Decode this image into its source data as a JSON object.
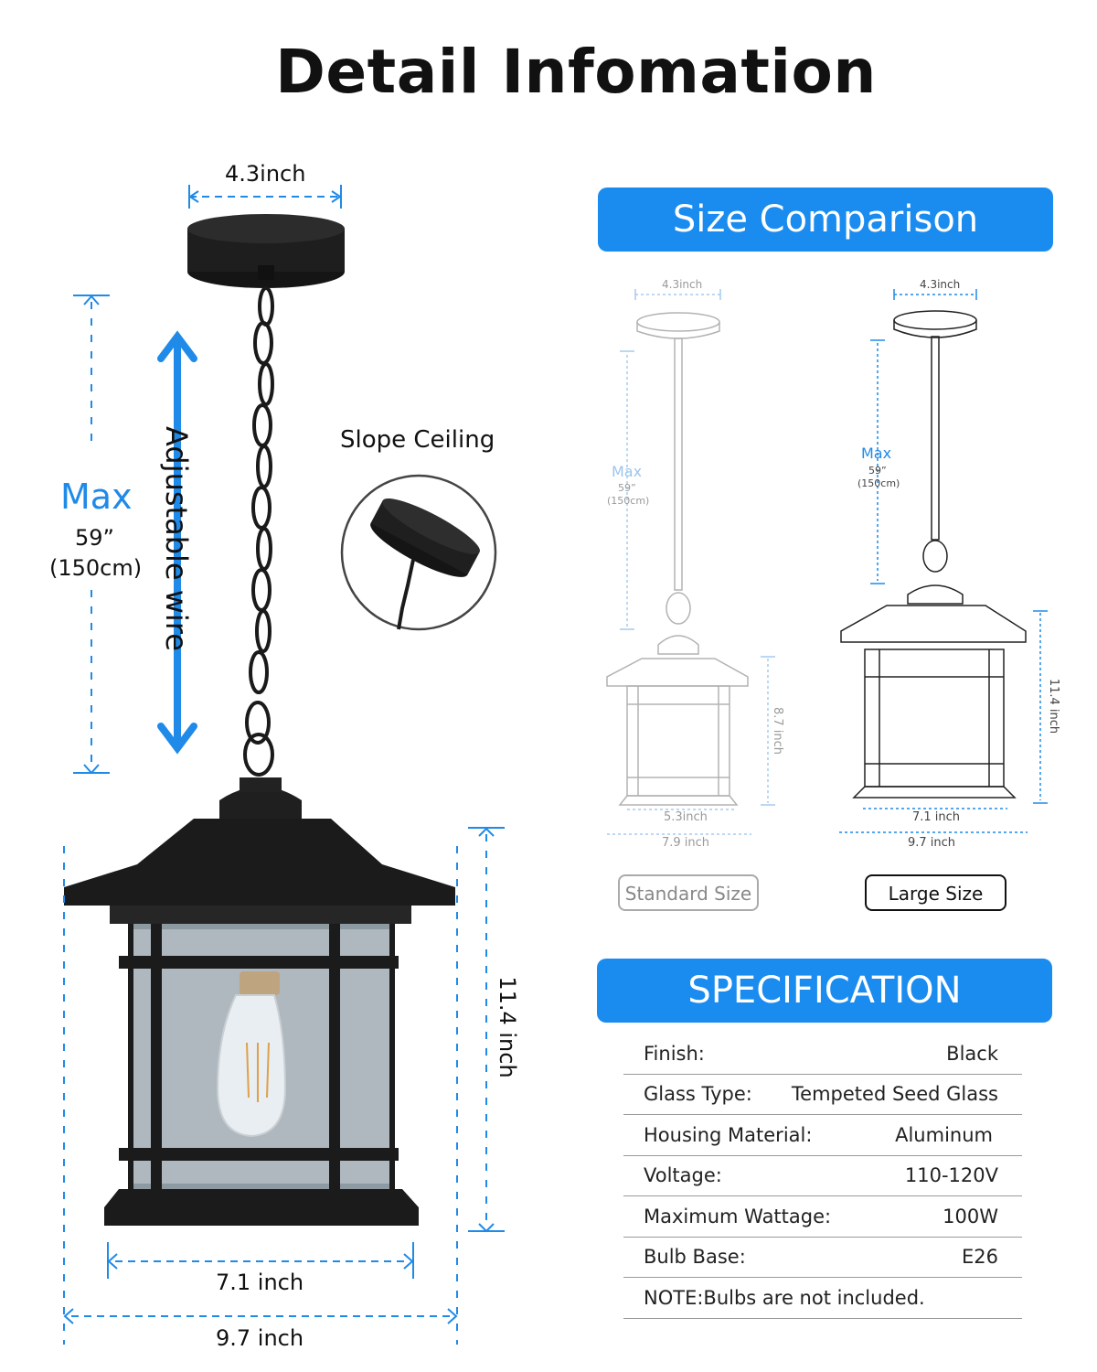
{
  "title": "Detail Infomation",
  "main_product": {
    "top_width": "4.3inch",
    "max_label": "Max",
    "max_length": "59”",
    "max_length_cm": "(150cm)",
    "adjustable_label": "Adjustable wire",
    "slope_ceiling_label": "Slope Ceiling",
    "height": "11.4 inch",
    "bottom_width": "7.1 inch",
    "overall_width": "9.7 inch"
  },
  "size_comparison": {
    "heading": "Size Comparison",
    "standard": {
      "top_width": "4.3inch",
      "max_label": "Max",
      "max_length": "59”",
      "max_length_cm": "(150cm)",
      "height": "8.7 inch",
      "bottom_width": "5.3inch",
      "overall_width": "7.9 inch",
      "button_label": "Standard Size"
    },
    "large": {
      "top_width": "4.3inch",
      "max_label": "Max",
      "max_length": "59”",
      "max_length_cm": "(150cm)",
      "height": "11.4 inch",
      "bottom_width": "7.1 inch",
      "overall_width": "9.7 inch",
      "button_label": "Large Size"
    }
  },
  "specification": {
    "heading": "SPECIFICATION",
    "rows": [
      {
        "label": "Finish:",
        "value": "Black"
      },
      {
        "label": "Glass Type:",
        "value": "Tempeted Seed Glass"
      },
      {
        "label": "Housing Material:",
        "value": "Aluminum"
      },
      {
        "label": "Voltage:",
        "value": "110-120V"
      },
      {
        "label": "Maximum Wattage:",
        "value": "100W"
      },
      {
        "label": "Bulb Base:",
        "value": "E26"
      }
    ],
    "note": "NOTE:Bulbs are not included."
  },
  "colors": {
    "accent_blue": "#1a8cf0",
    "dimension_blue": "#1f8ae8",
    "lamp_black": "#1b1b1b"
  }
}
